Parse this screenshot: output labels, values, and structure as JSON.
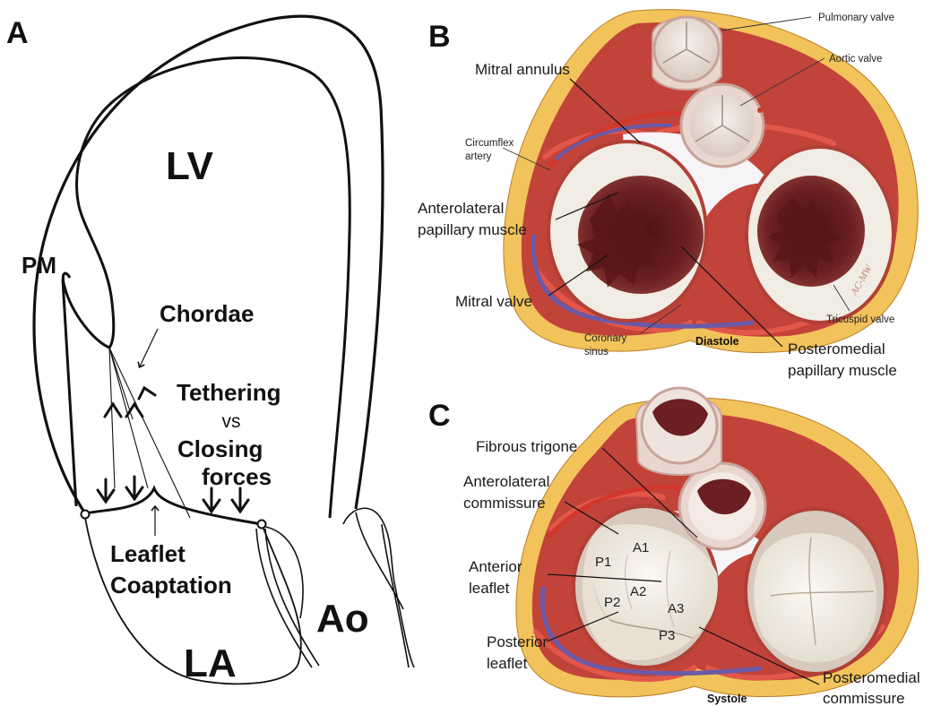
{
  "panel_a": {
    "letter": "A",
    "lv": "LV",
    "pm": "PM",
    "chordae": "Chordae",
    "tethering": "Tethering",
    "vs": "vs",
    "closing_forces_1": "Closing",
    "closing_forces_2": "forces",
    "coaptation_1": "Leaflet",
    "coaptation_2": "Coaptation",
    "la": "LA",
    "ao": "Ao"
  },
  "panel_b": {
    "letter": "B",
    "pulmonary_valve": "Pulmonary valve",
    "aortic_valve": "Aortic valve",
    "mitral_annulus": "Mitral annulus",
    "circumflex_1": "Circumflex",
    "circumflex_2": "artery",
    "anterolateral_pm_1": "Anterolateral",
    "anterolateral_pm_2": "papillary muscle",
    "mitral_valve": "Mitral valve",
    "coronary_sinus_1": "Coronary",
    "coronary_sinus_2": "sinus",
    "diastole": "Diastole",
    "posteromedial_pm_1": "Posteromedial",
    "posteromedial_pm_2": "papillary muscle",
    "tricuspid_valve": "Tricuspid valve",
    "signature": "AC-MW"
  },
  "panel_c": {
    "letter": "C",
    "fibrous_trigone": "Fibrous trigone",
    "anterolateral_comm_1": "Anterolateral",
    "anterolateral_comm_2": "commissure",
    "anterior_leaflet_1": "Anterior",
    "anterior_leaflet_2": "leaflet",
    "posterior_leaflet_1": "Posterior",
    "posterior_leaflet_2": "leaflet",
    "posteromedial_comm_1": "Posteromedial",
    "posteromedial_comm_2": "commissure",
    "systole": "Systole",
    "segments": {
      "a1": "A1",
      "a2": "A2",
      "a3": "A3",
      "p1": "P1",
      "p2": "P2",
      "p3": "P3"
    }
  },
  "colors": {
    "myocardium": "#c2433a",
    "fat": "#f2c35a",
    "valve_tissue": "#f1ece4",
    "cavity": "#6b1f22",
    "vein": "#6a5aa8",
    "artery": "#d2372c",
    "annulus": "#f6f4f7"
  }
}
